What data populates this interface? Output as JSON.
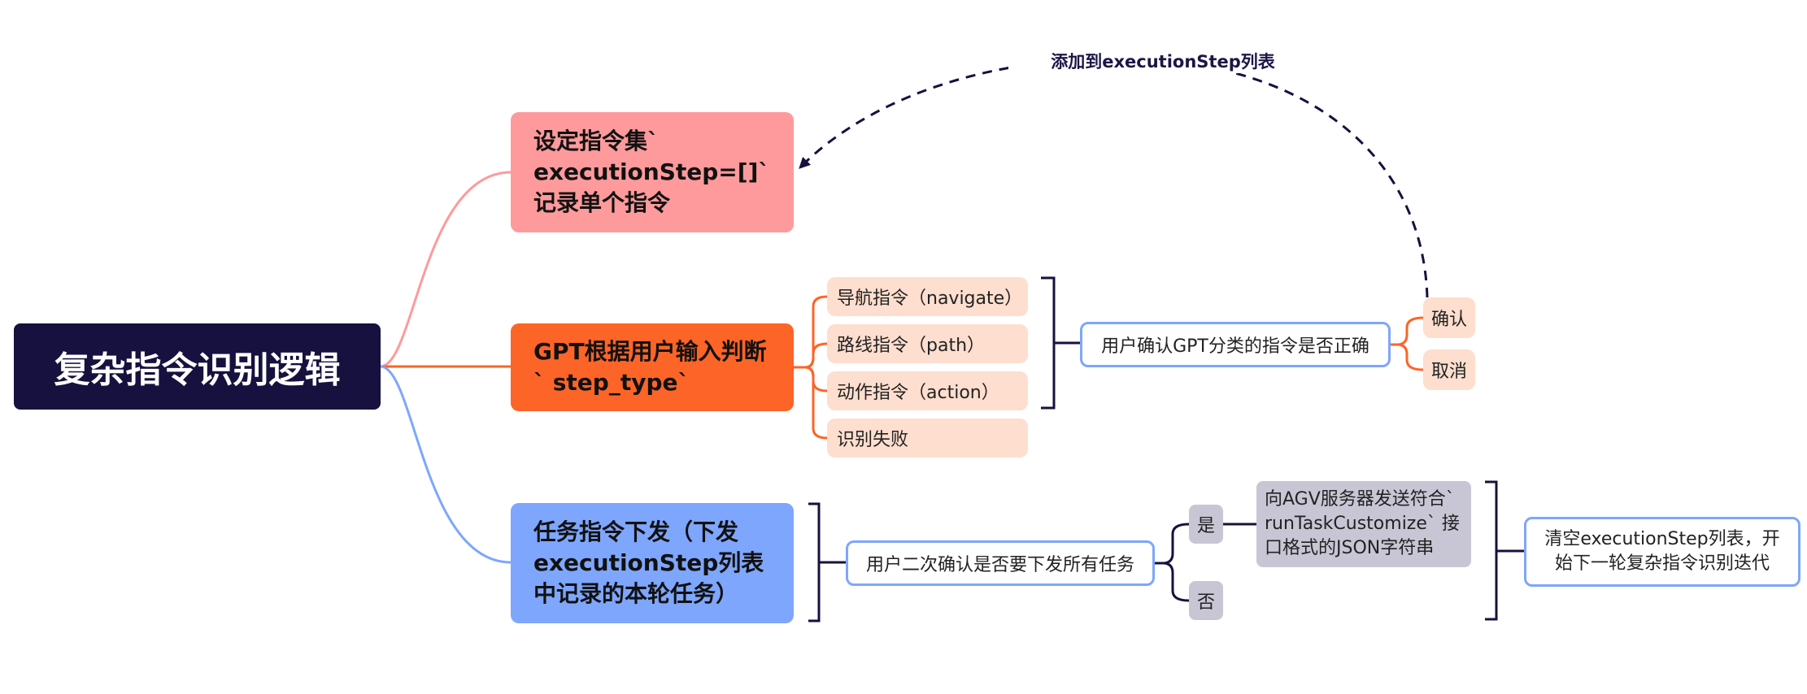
{
  "diagram": {
    "root": {
      "label": "复杂指令识别逻辑"
    },
    "branches": {
      "set": {
        "label": "设定指令集` executionStep=[]` 记录单个指令"
      },
      "gpt": {
        "label": "GPT根据用户输入判断` step_type`"
      },
      "task": {
        "label": "任务指令下发（下发executionStep列表中记录的本轮任务）"
      }
    },
    "step_types": {
      "navigate": "导航指令（navigate）",
      "path": "路线指令（path）",
      "action": "动作指令（action）",
      "fail": "识别失败"
    },
    "user_confirm": "用户确认GPT分类的指令是否正确",
    "confirm": "确认",
    "cancel": "取消",
    "loop_label": "添加到executionStep列表",
    "second_confirm": "用户二次确认是否要下发所有任务",
    "yes": "是",
    "no": "否",
    "send": "向AGV服务器发送符合` runTaskCustomize` 接口格式的JSON字符串",
    "clear": "清空executionStep列表，开始下一轮复杂指令识别迭代"
  },
  "colors": {
    "root_bg": "#16113f",
    "set_bg": "#fe9a9b",
    "gpt_bg": "#fd6427",
    "task_bg": "#7ea6fc",
    "pill_bg": "#fedece",
    "gray_bg": "#c8c6d5",
    "bracket": "#16113f"
  }
}
